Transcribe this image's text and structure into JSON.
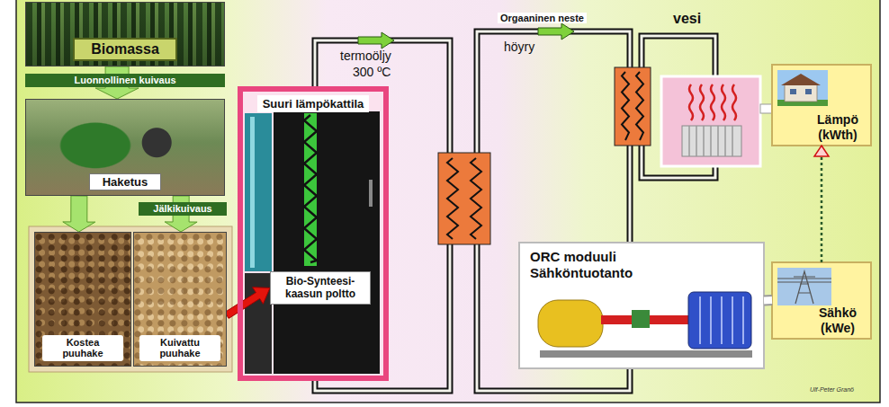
{
  "diagram": {
    "nodes": [
      {
        "text": [
          "Biomassa"
        ]
      },
      {
        "text": [
          "Haketus"
        ]
      },
      {
        "text": [
          "Kostea puuhake"
        ]
      },
      {
        "text": [
          "Kuivattu puuhake"
        ]
      },
      {
        "text": [
          "Suuri lämpökattila"
        ]
      },
      {
        "text": [
          "Bio-Synteesi-kaasun poltto"
        ],
        "in": 4
      },
      {
        "text": [
          "Lämpö (kWth)"
        ]
      },
      {
        "text": [
          "ORC moduuli",
          "Sähköntuotanto"
        ]
      },
      {
        "text": [
          "Sähkö (kWe)"
        ]
      }
    ],
    "edges": [
      {
        "from": 0,
        "to": 1,
        "arrow": "to",
        "label": "Luonnollinen kuivaus"
      },
      {
        "from": 1,
        "to": 2,
        "arrow": "to"
      },
      {
        "from": 1,
        "to": 3,
        "arrow": "to",
        "label": "Jälkikuivaus"
      },
      {
        "from": 3,
        "to": 5,
        "arrow": "to"
      },
      {
        "from": 7,
        "to": 8,
        "arrow": "none"
      },
      {
        "from": 8,
        "to": 6,
        "arrow": "to"
      }
    ],
    "labels": [
      "termoöljy",
      "300 ºC",
      "Orgaaninen neste",
      "höyry",
      "vesi",
      "Ulf-Peter Granö"
    ]
  }
}
